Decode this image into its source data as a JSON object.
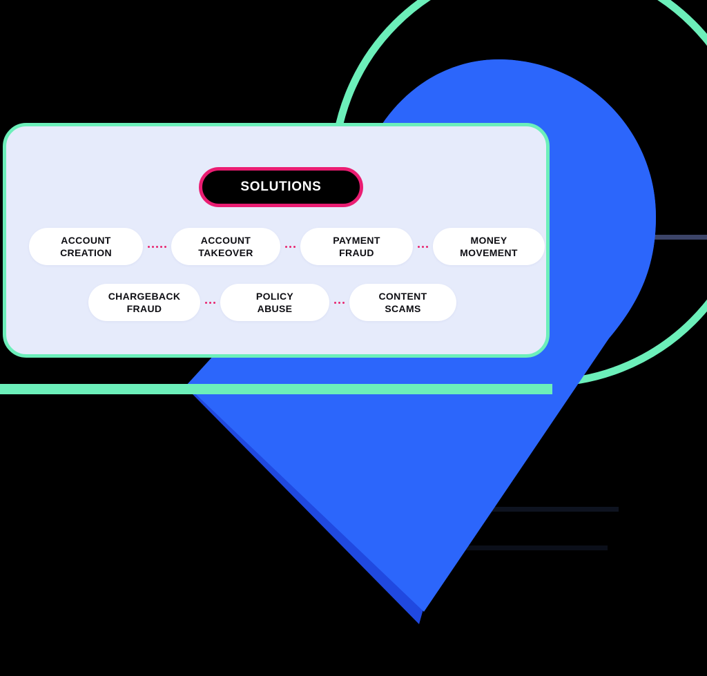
{
  "graphic": {
    "title_pill": {
      "label": "SOLUTIONS",
      "text_color": "#ffffff",
      "fill_color": "#000000",
      "border_color": "#ea1d72"
    },
    "card": {
      "background_color": "#e6ebfb",
      "border_color": "#6cefba"
    },
    "palette": {
      "blue": "#2c66fb",
      "blue_shadow": "#2049e0",
      "mint": "#6cefba",
      "pink": "#e8256f",
      "navy_line": "#3c4468",
      "black": "#000000",
      "pill_white": "#ffffff"
    },
    "rows": [
      {
        "row_name": "row-1",
        "pills": [
          {
            "line1": "ACCOUNT",
            "line2": "CREATION"
          },
          {
            "line1": "ACCOUNT",
            "line2": "TAKEOVER"
          },
          {
            "line1": "PAYMENT",
            "line2": "FRAUD"
          },
          {
            "line1": "MONEY",
            "line2": "MOVEMENT"
          }
        ]
      },
      {
        "row_name": "row-2",
        "pills": [
          {
            "line1": "CHARGEBACK",
            "line2": "FRAUD"
          },
          {
            "line1": "POLICY",
            "line2": "ABUSE"
          },
          {
            "line1": "CONTENT",
            "line2": "SCAMS"
          }
        ]
      }
    ],
    "labels": {
      "r1p1": "ACCOUNT\nCREATION",
      "r1p2": "ACCOUNT\nTAKEOVER",
      "r1p3": "PAYMENT\nFRAUD",
      "r1p4": "MONEY\nMOVEMENT",
      "r2p1": "CHARGEBACK\nFRAUD",
      "r2p2": "POLICY\nABUSE",
      "r2p3": "CONTENT\nSCAMS"
    }
  }
}
